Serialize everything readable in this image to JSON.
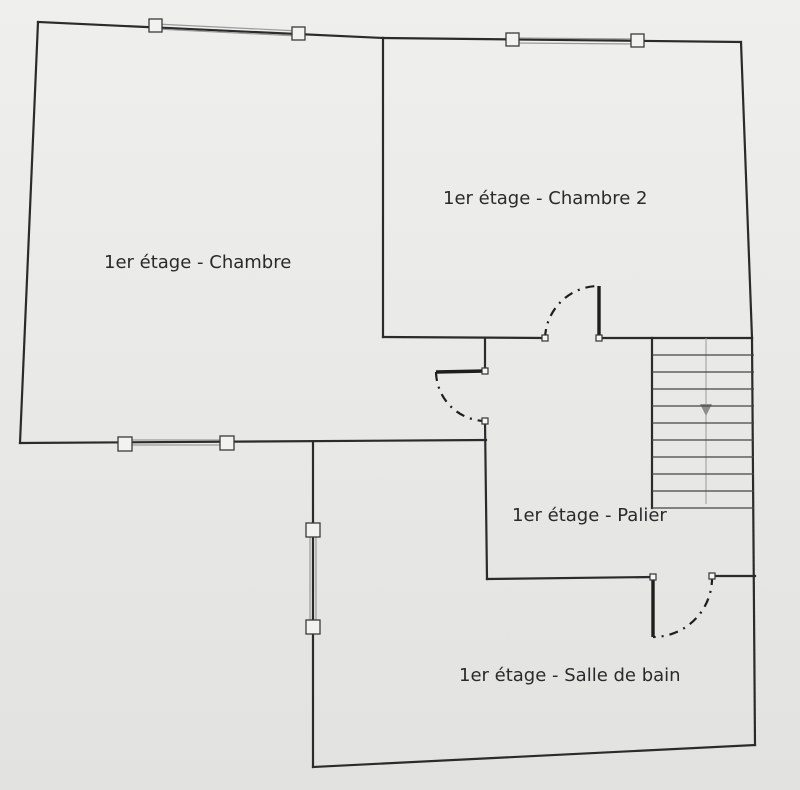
{
  "rooms": [
    {
      "id": "chambre",
      "label": "1er étage - Chambre"
    },
    {
      "id": "chambre-2",
      "label": "1er étage - Chambre 2"
    },
    {
      "id": "palier",
      "label": "1er étage - Palier"
    },
    {
      "id": "salle-de-bain",
      "label": "1er étage - Salle de bain"
    }
  ],
  "colors": {
    "wall": "#2b2b2b",
    "paper": "#ececea",
    "window": "#9a9a9a"
  },
  "stairs": {
    "steps": 10
  }
}
